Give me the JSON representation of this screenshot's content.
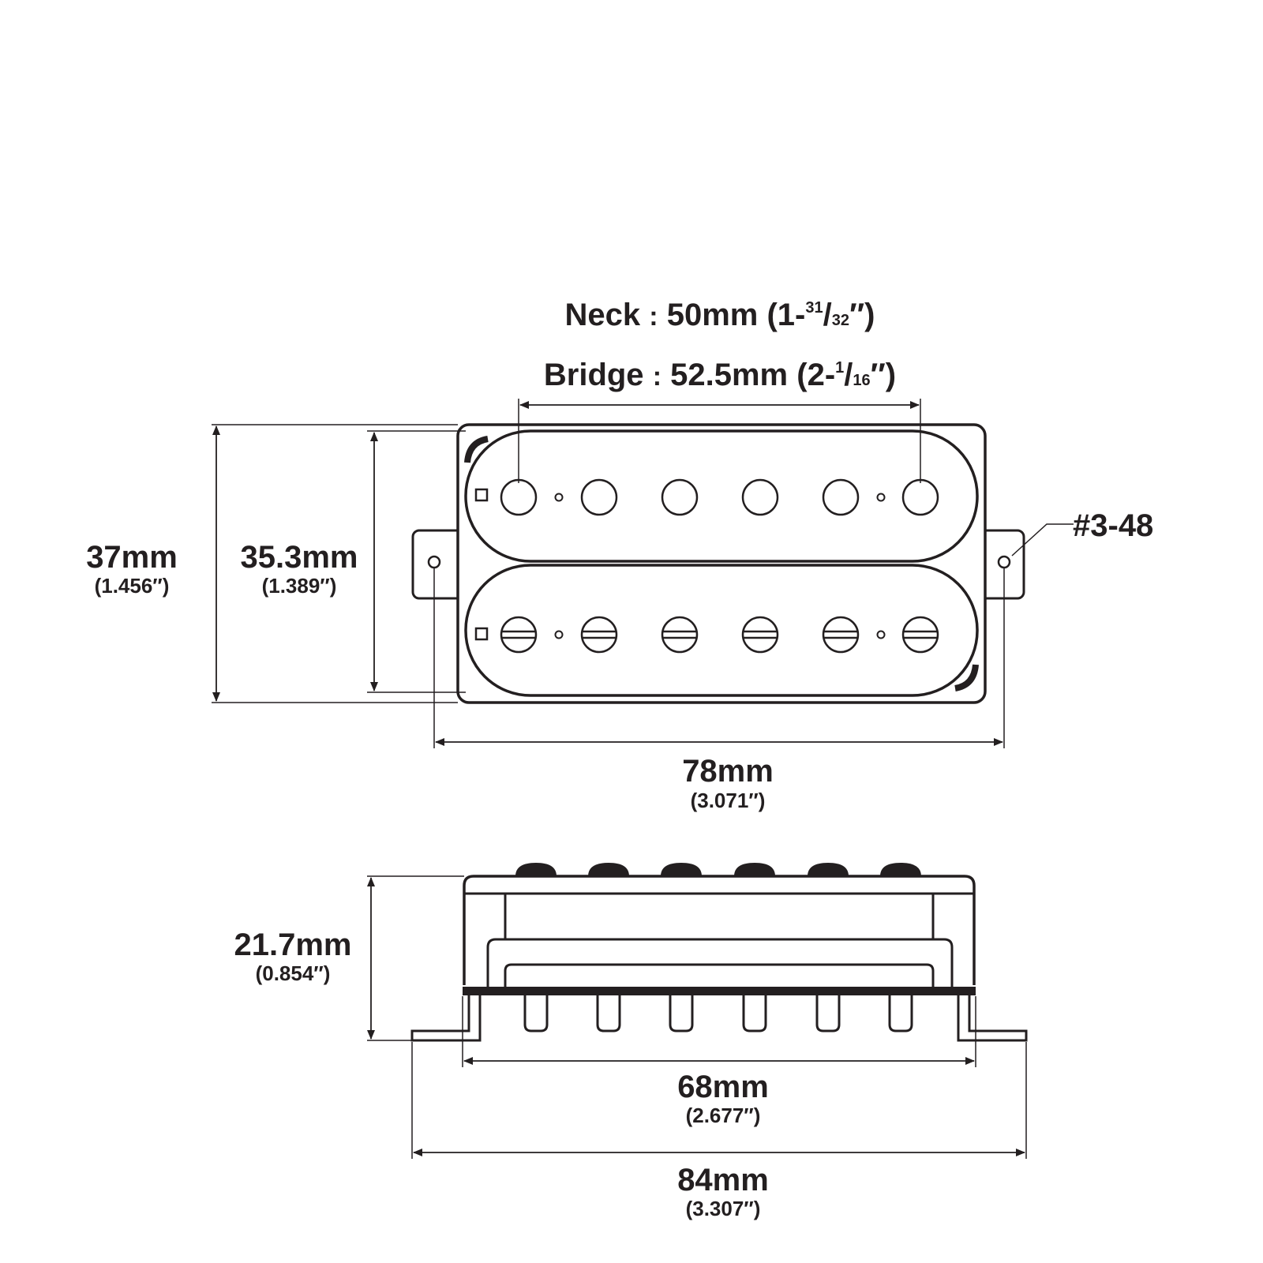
{
  "top_view": {
    "pole_spacing": {
      "neck_label": "Neck",
      "neck_value": "50mm",
      "neck_imperial_open": "(1-",
      "neck_frac_num": "31",
      "neck_frac_den": "32",
      "neck_imperial_close": "″)",
      "bridge_label": "Bridge",
      "bridge_value": "52.5mm",
      "bridge_imperial_open": "(2-",
      "bridge_frac_num": "1",
      "bridge_frac_den": "16",
      "bridge_imperial_close": "″)",
      "separator": ":"
    },
    "frame_height": {
      "metric": "37mm",
      "imperial": "(1.456″)"
    },
    "cover_height": {
      "metric": "35.3mm",
      "imperial": "(1.389″)"
    },
    "mount_width": {
      "metric": "78mm",
      "imperial": "(3.071″)"
    },
    "screw_label": "#3-48"
  },
  "side_view": {
    "height": {
      "metric": "21.7mm",
      "imperial": "(0.854″)"
    },
    "base_width": {
      "metric": "68mm",
      "imperial": "(2.677″)"
    },
    "overall_width": {
      "metric": "84mm",
      "imperial": "(3.307″)"
    }
  }
}
